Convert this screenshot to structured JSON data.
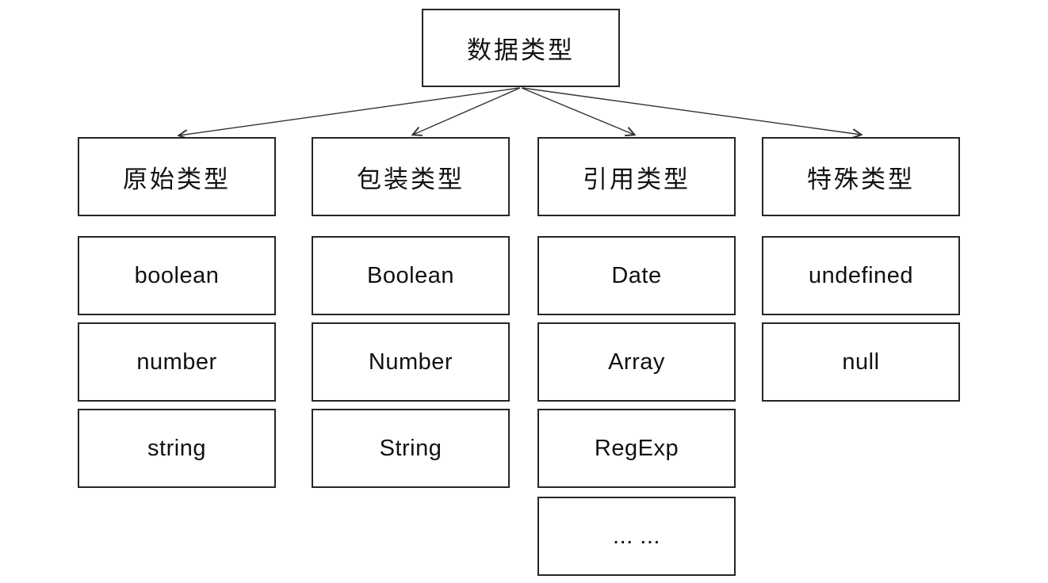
{
  "diagram": {
    "title_node": {
      "label": "数据类型"
    },
    "columns": [
      {
        "category": "原始类型",
        "items": [
          "boolean",
          "number",
          "string"
        ]
      },
      {
        "category": "包装类型",
        "items": [
          "Boolean",
          "Number",
          "String"
        ]
      },
      {
        "category": "引用类型",
        "items": [
          "Date",
          "Array",
          "RegExp",
          "... ..."
        ]
      },
      {
        "category": "特殊类型",
        "items": [
          "undefined",
          "null"
        ]
      }
    ],
    "colors": {
      "background": "#ffffff",
      "border": "#262626",
      "text": "#111111",
      "arrow": "#333333"
    }
  }
}
